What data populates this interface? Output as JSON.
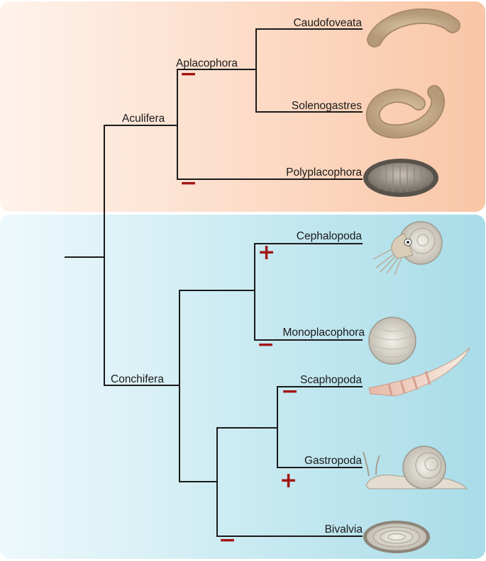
{
  "clades": {
    "aculifera": "Aculifera",
    "aplacophora": "Aplacophora",
    "conchifera": "Conchifera"
  },
  "taxa": {
    "caudofoveata": "Caudofoveata",
    "solenogastres": "Solenogastres",
    "polyplacophora": "Polyplacophora",
    "cephalopoda": "Cephalopoda",
    "monoplacophora": "Monoplacophora",
    "scaphopoda": "Scaphopoda",
    "gastropoda": "Gastropoda",
    "bivalvia": "Bivalvia"
  },
  "marks": {
    "aplacophora": "−",
    "polyplacophora": "−",
    "cephalopoda": "+",
    "monoplacophora": "−",
    "scaphopoda": "−",
    "gastropoda": "+",
    "bivalvia": "−"
  },
  "colors": {
    "aculifera_panel": "#f9c6a6",
    "conchifera_panel": "#a8dce8",
    "branch": "#1a1a1a",
    "mark": "#a31515"
  }
}
